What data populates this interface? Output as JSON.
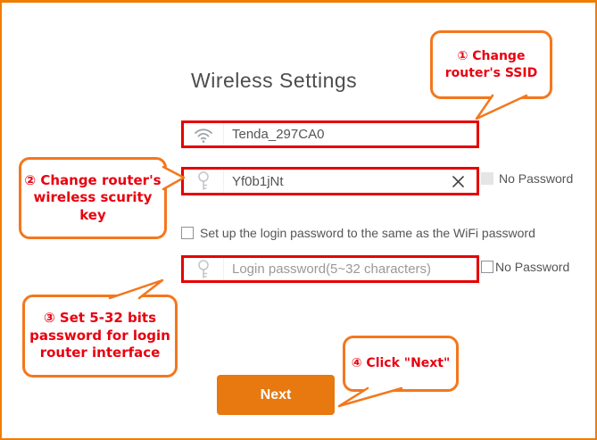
{
  "window": {
    "title": "Wireless Settings"
  },
  "form": {
    "ssid_field": {
      "icon": "wifi-icon",
      "value": "Tenda_297CA0"
    },
    "wifi_password_field": {
      "icon": "key-icon",
      "value": "Yf0b1jNt",
      "clear_icon": "x-clear-icon",
      "no_password_label": "No Password",
      "no_password_checked": false
    },
    "same_password_checkbox": {
      "label": "Set up the login password to the same as the WiFi password",
      "checked": false
    },
    "login_password_field": {
      "icon": "key-icon",
      "placeholder": "Login password(5~32 characters)",
      "no_password_label": "No Password",
      "no_password_checked": false
    },
    "next_button": {
      "label": "Next"
    }
  },
  "annotations": {
    "callout_1": {
      "text": "① Change router's SSID"
    },
    "callout_2": {
      "text": "② Change router's wireless scurity key"
    },
    "callout_3": {
      "text": "③ Set 5-32 bits password for login router interface"
    },
    "callout_4": {
      "text": "④ Click \"Next\""
    }
  },
  "colors": {
    "page_border_orange": "#f07c00",
    "callout_border_orange": "#f4771d",
    "callout_text_red": "#e8000f",
    "field_highlight_red": "#e60000",
    "next_button_orange": "#e87810",
    "body_text_gray": "#555555",
    "placeholder_gray": "#999999"
  }
}
